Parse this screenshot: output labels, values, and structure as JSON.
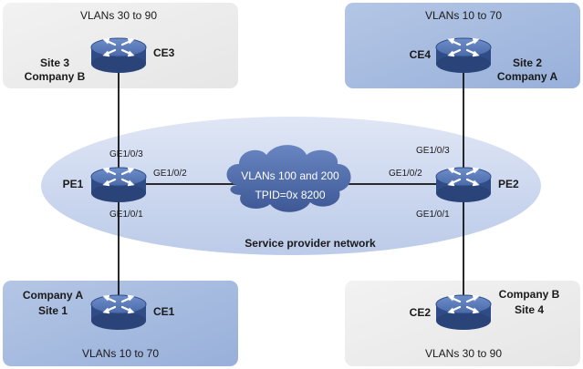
{
  "sites": {
    "site3": {
      "vlans": "VLANs 30 to 90",
      "site": "Site 3",
      "company": "Company B",
      "device": "CE3"
    },
    "site2": {
      "vlans": "VLANs 10 to 70",
      "site": "Site 2",
      "company": "Company A",
      "device": "CE4"
    },
    "site1": {
      "vlans": "VLANs 10 to 70",
      "site": "Site 1",
      "company": "Company A",
      "device": "CE1"
    },
    "site4": {
      "vlans": "VLANs 30 to 90",
      "site": "Site 4",
      "company": "Company B",
      "device": "CE2"
    }
  },
  "provider": {
    "label": "Service provider network",
    "pe1": {
      "name": "PE1",
      "if_up": "GE1/0/3",
      "if_right": "GE1/0/2",
      "if_down": "GE1/0/1"
    },
    "pe2": {
      "name": "PE2",
      "if_up": "GE1/0/3",
      "if_left": "GE1/0/2",
      "if_down": "GE1/0/1"
    },
    "cloud": {
      "line1": "VLANs 100 and 200",
      "line2": "TPID=0x 8200"
    }
  },
  "colors": {
    "company_a_box": "#a6bcdf",
    "company_b_box": "#ececec",
    "provider_ellipse": "#c9d5ee",
    "cloud": "#4d6aaa",
    "router_body": "#3f5e9c"
  },
  "icons": {
    "device": "router-icon",
    "core": "cloud-icon"
  }
}
